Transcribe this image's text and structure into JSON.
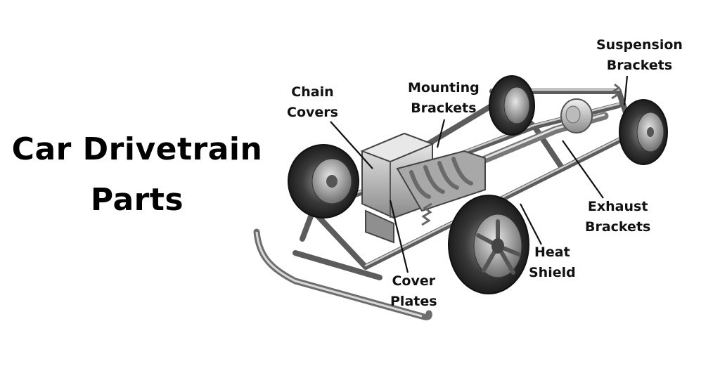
{
  "title": {
    "line1": "Car Drivetrain",
    "line2": "Parts"
  },
  "labels": {
    "suspension_brackets": {
      "line1": "Suspension",
      "line2": "Brackets"
    },
    "chain_covers": {
      "line1": "Chain",
      "line2": "Covers"
    },
    "mounting_brackets": {
      "line1": "Mounting",
      "line2": "Brackets"
    },
    "exhaust_brackets": {
      "line1": "Exhaust",
      "line2": "Brackets"
    },
    "heat_shield": {
      "line1": "Heat",
      "line2": "Shield"
    },
    "cover_plates": {
      "line1": "Cover",
      "line2": "Plates"
    }
  }
}
